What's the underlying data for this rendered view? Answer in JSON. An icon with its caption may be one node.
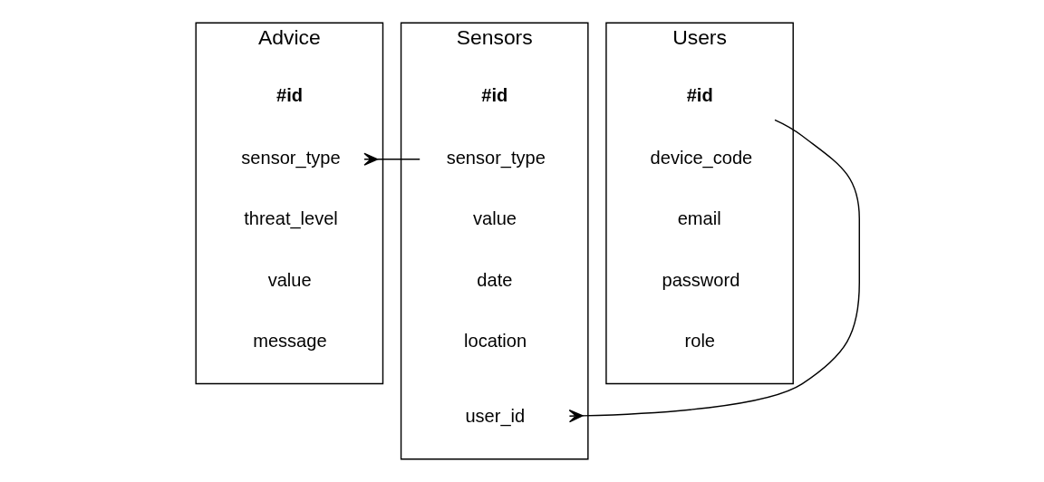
{
  "diagram": {
    "nodes": [
      {
        "text": [
          "Advice"
        ]
      },
      {
        "text": [
          "#id"
        ],
        "in": 0
      },
      {
        "text": [
          "sensor_type"
        ],
        "in": 0
      },
      {
        "text": [
          "threat_level"
        ],
        "in": 0
      },
      {
        "text": [
          "value"
        ],
        "in": 0
      },
      {
        "text": [
          "message"
        ],
        "in": 0
      },
      {
        "text": [
          "Sensors"
        ]
      },
      {
        "text": [
          "#id"
        ],
        "in": 6
      },
      {
        "text": [
          "sensor_type"
        ],
        "in": 6
      },
      {
        "text": [
          "value"
        ],
        "in": 6
      },
      {
        "text": [
          "date"
        ],
        "in": 6
      },
      {
        "text": [
          "location"
        ],
        "in": 6
      },
      {
        "text": [
          "user_id"
        ],
        "in": 6
      },
      {
        "text": [
          "Users"
        ]
      },
      {
        "text": [
          "#id"
        ],
        "in": 13
      },
      {
        "text": [
          "device_code"
        ],
        "in": 13
      },
      {
        "text": [
          "email"
        ],
        "in": 13
      },
      {
        "text": [
          "password"
        ],
        "in": 13
      },
      {
        "text": [
          "role"
        ],
        "in": 13
      }
    ],
    "edges": [
      {
        "from": 2,
        "to": 8,
        "arrow": "other"
      },
      {
        "from": 12,
        "to": 14,
        "arrow": "other"
      }
    ]
  }
}
